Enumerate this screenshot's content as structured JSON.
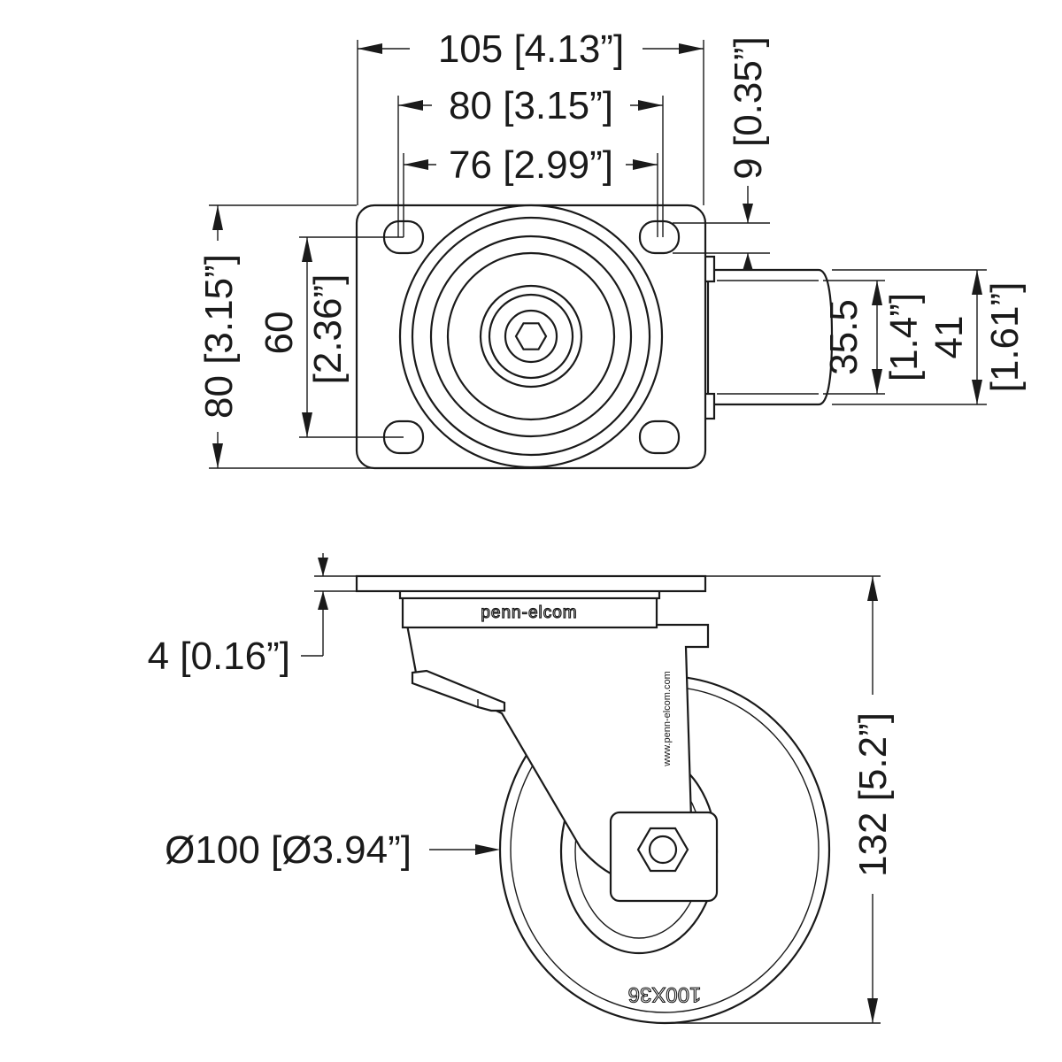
{
  "dimensions": {
    "top_width_overall": "105 [4.13”]",
    "top_width_bolt": "80 [3.15”]",
    "top_width_inner": "76 [2.99”]",
    "top_offset": "9 [0.35”]",
    "left_height_overall": "80 [3.15”]",
    "left_height_bolt_mm": "60",
    "left_height_bolt_in": "[2.36”]",
    "right_wheel_inner_mm": "35.5",
    "right_wheel_inner_in": "[1.4”]",
    "right_wheel_outer_mm": "41",
    "right_wheel_outer_in": "[1.61”]",
    "plate_thickness": "4 [0.16”]",
    "wheel_diameter": "Ø100 [Ø3.94”]",
    "overall_height": "132 [5.2”]"
  },
  "markings": {
    "brand_logo": "penn-elcom",
    "website": "www.penn-elcom.com",
    "wheel_size": "100X36"
  },
  "colors": {
    "line": "#1a1a1a",
    "background": "#ffffff"
  }
}
